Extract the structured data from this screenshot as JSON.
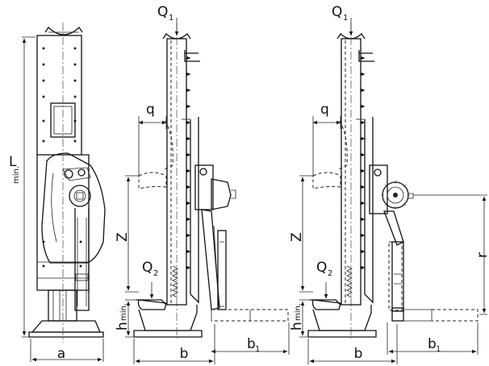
{
  "labels": {
    "L_main": "L",
    "L_sub": "min.",
    "a": "a",
    "Q1": "Q",
    "Q1_sub": "1",
    "q": "q",
    "Z": "Z",
    "Q2": "Q",
    "Q2_sub": "2",
    "h_main": "h",
    "h_sub": "min.",
    "b": "b",
    "b1_main": "b",
    "b1_sub": "1",
    "r": "r"
  }
}
